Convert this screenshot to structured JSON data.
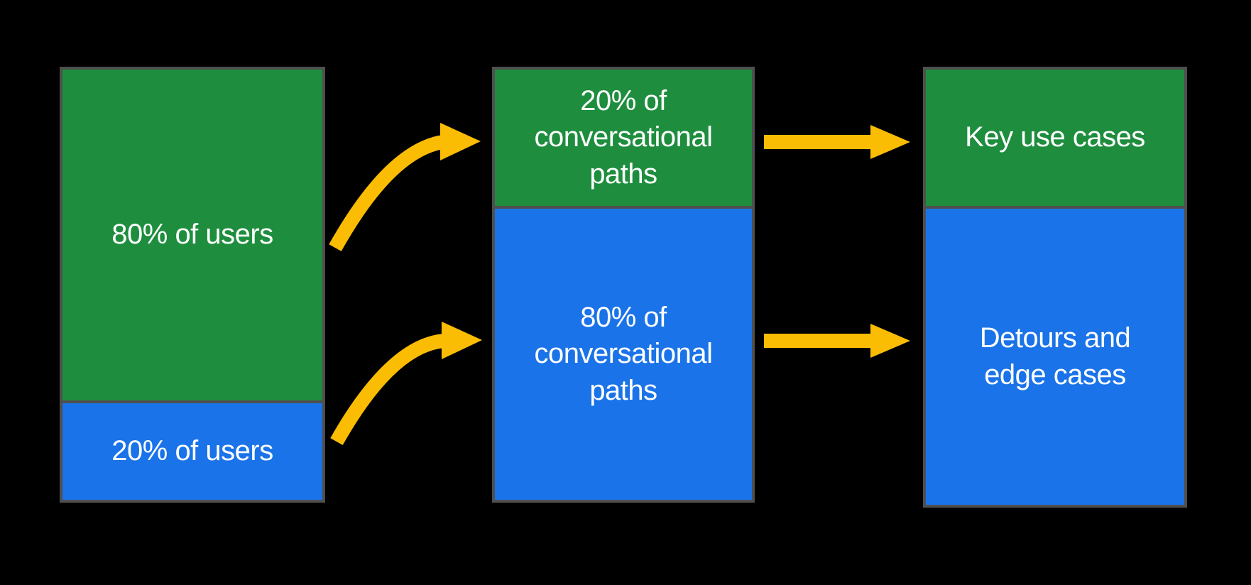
{
  "colors": {
    "background": "#000000",
    "green": "#1E8E3E",
    "blue": "#1A73E8",
    "arrow": "#FBBC04",
    "border": "#4F4F4F",
    "text": "#FFFFFF"
  },
  "diagram": {
    "columns": [
      {
        "name": "users",
        "segments": [
          {
            "label": "80% of users",
            "color": "green",
            "share": "80%"
          },
          {
            "label": "20% of users",
            "color": "blue",
            "share": "20%"
          }
        ]
      },
      {
        "name": "conversational-paths",
        "segments": [
          {
            "label": "20% of\nconversational\npaths",
            "color": "green",
            "share": "20%"
          },
          {
            "label": "80% of\nconversational\npaths",
            "color": "blue",
            "share": "80%"
          }
        ]
      },
      {
        "name": "outcomes",
        "segments": [
          {
            "label": "Key use cases",
            "color": "green"
          },
          {
            "label": "Detours and\nedge cases",
            "color": "blue"
          }
        ]
      }
    ],
    "arrows": [
      {
        "name": "curved-arrow-top",
        "style": "curved",
        "from": "80% of users",
        "to": "20% of conversational paths"
      },
      {
        "name": "curved-arrow-bottom",
        "style": "curved",
        "from": "20% of users",
        "to": "80% of conversational paths"
      },
      {
        "name": "straight-arrow-top",
        "style": "straight",
        "from": "20% of conversational paths",
        "to": "Key use cases"
      },
      {
        "name": "straight-arrow-bottom",
        "style": "straight",
        "from": "80% of conversational paths",
        "to": "Detours and edge cases"
      }
    ]
  }
}
